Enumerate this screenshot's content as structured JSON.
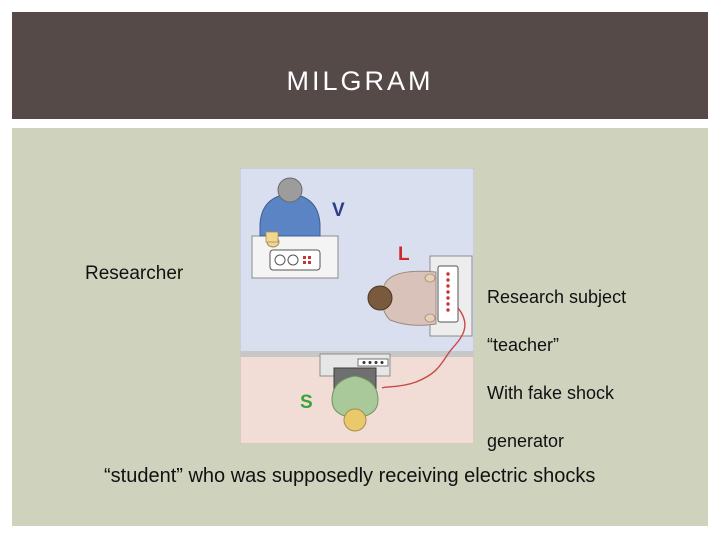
{
  "slide": {
    "title": "MILGRAM",
    "colors": {
      "header_bg": "#554a48",
      "content_bg": "#cfd3be",
      "title_text": "#ffffff"
    }
  },
  "labels": {
    "researcher": "Researcher",
    "subject_line1": "Research subject",
    "subject_line2": "“teacher”",
    "subject_line3": "With fake shock",
    "subject_line4": "generator",
    "student": "“student” who was supposedly receiving electric shocks"
  },
  "diagram": {
    "marker_v": "V",
    "marker_l": "L",
    "marker_s": "S",
    "marker_colors": {
      "v": "#2c3e86",
      "l": "#cf2a2a",
      "s": "#3aa33a"
    }
  }
}
